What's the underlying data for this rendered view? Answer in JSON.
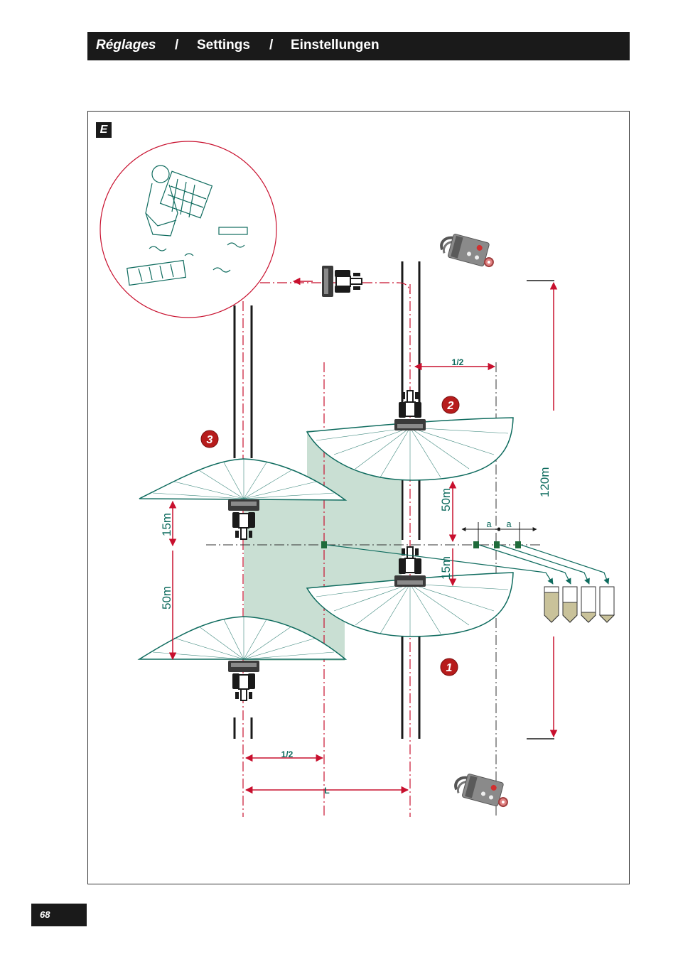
{
  "header": {
    "title_fr": "Réglages",
    "sep1": "/",
    "title_en": "Settings",
    "sep2": "/",
    "title_de": "Einstellungen"
  },
  "figure_label": "E",
  "page_number": "68",
  "diagram": {
    "half_label_top": "1/2",
    "half_label_bottom": "1/2",
    "width_label": "L",
    "dist_120": "120m",
    "dist_50_left": "50m",
    "dist_15_left": "15m",
    "dist_50_mid": "50m",
    "dist_15_mid": "15m",
    "spacing_a1": "a",
    "spacing_a2": "a",
    "pass_1": "1",
    "pass_2": "2",
    "pass_3": "3"
  },
  "colors": {
    "accent_red": "#c8102e",
    "teal": "#0e6b5e",
    "pale_green": "#c9dfd3",
    "dark": "#1a1a1a",
    "tray_green": "#1f6b3a"
  },
  "icons": [
    "tractor-icon",
    "spreader-icon",
    "control-box-icon",
    "collection-tray-icon",
    "graduated-tube-icon",
    "operator-illustration"
  ]
}
